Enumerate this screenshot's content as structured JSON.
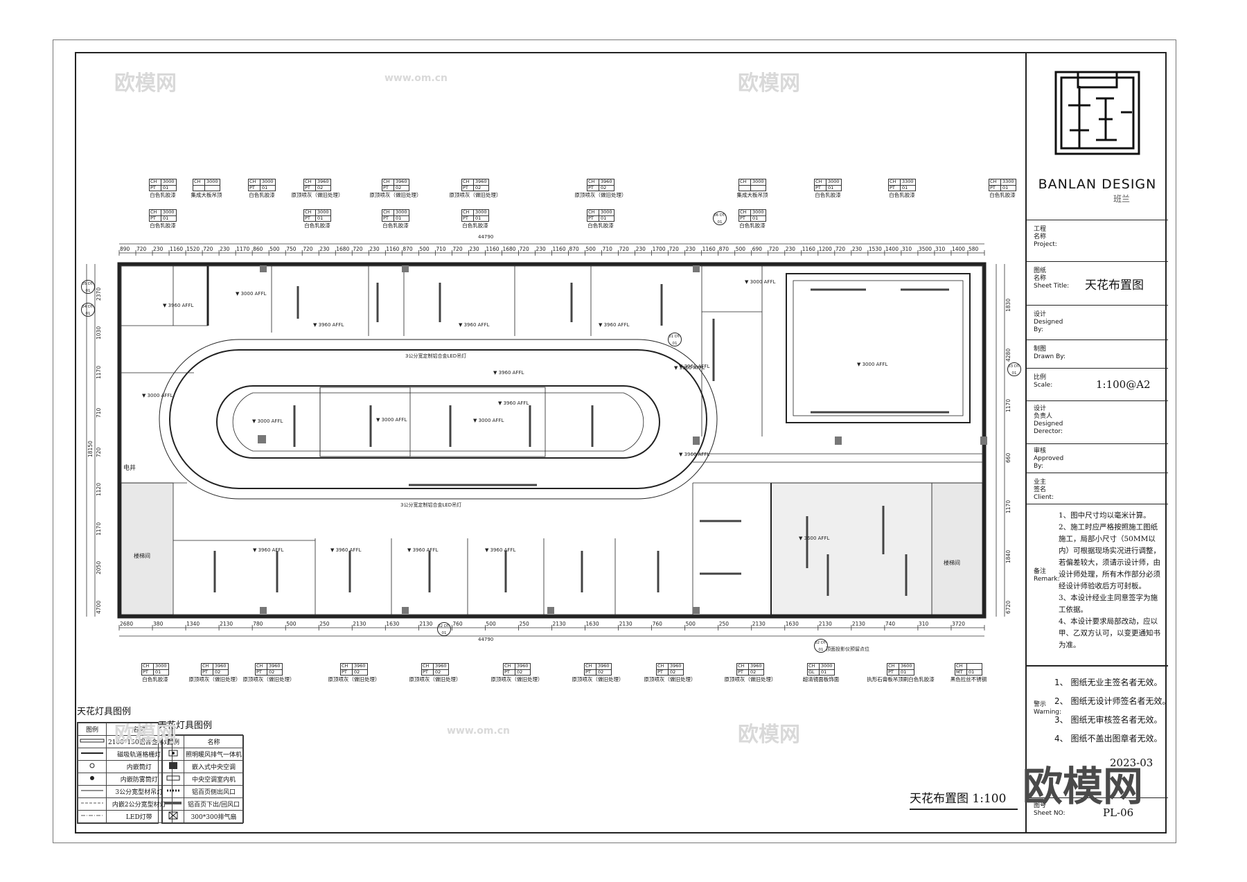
{
  "firm": {
    "name": "BANLAN DESIGN",
    "name_cn": "班兰"
  },
  "titleblock": {
    "project_label": "工程\n名称\nProject:",
    "sheet_title_label": "图纸\n名称\nSheet Title:",
    "sheet_title": "天花布置图",
    "designed_label": "设计\nDesigned\nBy:",
    "drawn_label": "制图\nDrawn By:",
    "scale_label": "比例\nScale:",
    "scale": "1:100@A2",
    "director_label": "设计\n负责人\nDesigned\nDerector:",
    "approved_label": "审核\nApproved\nBy:",
    "client_label": "业主\n签名\nClient:",
    "remark_label": "备注\nRemark:",
    "remarks": [
      "1、图中尺寸均以毫米计算。",
      "2、施工时应严格按照施工图纸施工，局部小尺寸（50MM以内）可根据现场实况进行调整，若偏差较大，须请示设计师，由设计师处理，所有木作部分必须经设计师验收后方可封板。",
      "3、本设计经业主同意签字为施工依据。",
      "4、本设计要求局部改动，应以甲、乙双方认可，以变更通知书为准。"
    ],
    "warning_label": "警示\nWarning:",
    "warnings": [
      "1、 图纸无业主签名者无效。",
      "2、 图纸无设计师签名者无效。",
      "3、 图纸无审核签名者无效。",
      "4、 图纸不盖出图章者无效。"
    ],
    "drawing_no_label": "图号\nSheet NO:",
    "drawing_no_partial": "2023-03",
    "sheet_no": "PL-06"
  },
  "drawing_title": "天花布置图 1:100",
  "watermarks": [
    "欧模网",
    "www.om.cn"
  ],
  "top_tags": [
    {
      "r1": [
        "CH",
        "3000"
      ],
      "r2": [
        "PT",
        "01"
      ],
      "cap": "白色乳胶漆"
    },
    {
      "r1": [
        "CH",
        "3000"
      ],
      "r2": [
        "PT",
        "01"
      ],
      "cap": "白色乳胶漆"
    },
    {
      "r1": [
        "CH",
        "3000"
      ],
      "r2": [
        "",
        ""
      ],
      "cap": "集成大板吊顶"
    },
    {
      "r1": [
        "CH",
        "3000"
      ],
      "r2": [
        "PT",
        "01"
      ],
      "cap": "白色乳胶漆"
    },
    {
      "r1": [
        "CH",
        "3960"
      ],
      "r2": [
        "PT",
        "02"
      ],
      "cap": "原顶喷灰（做旧处理）"
    },
    {
      "r1": [
        "CH",
        "3000"
      ],
      "r2": [
        "PT",
        "01"
      ],
      "cap": "白色乳胶漆"
    },
    {
      "r1": [
        "CH",
        "3960"
      ],
      "r2": [
        "PT",
        "02"
      ],
      "cap": "原顶喷灰（做旧处理）"
    },
    {
      "r1": [
        "CH",
        "3000"
      ],
      "r2": [
        "PT",
        "01"
      ],
      "cap": "白色乳胶漆"
    },
    {
      "r1": [
        "CH",
        "3960"
      ],
      "r2": [
        "PT",
        "02"
      ],
      "cap": "原顶喷灰（做旧处理）"
    },
    {
      "r1": [
        "CH",
        "3000"
      ],
      "r2": [
        "PT",
        "01"
      ],
      "cap": "白色乳胶漆"
    },
    {
      "r1": [
        "CH",
        "3960"
      ],
      "r2": [
        "PT",
        "02"
      ],
      "cap": "原顶喷灰（做旧处理）"
    },
    {
      "r1": [
        "CH",
        "3000"
      ],
      "r2": [
        "PT",
        "01"
      ],
      "cap": "白色乳胶漆"
    },
    {
      "r1": [
        "CH",
        "3000"
      ],
      "r2": [
        "",
        ""
      ],
      "cap": "集成大板吊顶"
    },
    {
      "r1": [
        "CH",
        "3000"
      ],
      "r2": [
        "PT",
        "01"
      ],
      "cap": "白色乳胶漆"
    },
    {
      "r1": [
        "CH",
        "3000"
      ],
      "r2": [
        "PT",
        "01"
      ],
      "cap": "白色乳胶漆"
    },
    {
      "r1": [
        "CH",
        "3300"
      ],
      "r2": [
        "PT",
        "01"
      ],
      "cap": "白色乳胶漆"
    },
    {
      "r1": [
        "CH",
        "3300"
      ],
      "r2": [
        "PT",
        "01"
      ],
      "cap": "白色乳胶漆"
    }
  ],
  "bottom_tags": [
    {
      "r1": [
        "CH",
        "3000"
      ],
      "r2": [
        "PT",
        "01"
      ],
      "cap": "白色乳胶漆"
    },
    {
      "r1": [
        "CH",
        "3960"
      ],
      "r2": [
        "PT",
        "02"
      ],
      "cap": "原顶喷灰（做旧处理）"
    },
    {
      "r1": [
        "CH",
        "3960"
      ],
      "r2": [
        "PT",
        "02"
      ],
      "cap": "原顶喷灰（做旧处理）"
    },
    {
      "r1": [
        "CH",
        "3960"
      ],
      "r2": [
        "PT",
        "02"
      ],
      "cap": "原顶喷灰（做旧处理）"
    },
    {
      "r1": [
        "CH",
        "3960"
      ],
      "r2": [
        "PT",
        "02"
      ],
      "cap": "原顶喷灰（做旧处理）"
    },
    {
      "r1": [
        "CH",
        "3960"
      ],
      "r2": [
        "PT",
        "02"
      ],
      "cap": "原顶喷灰（做旧处理）"
    },
    {
      "r1": [
        "CH",
        "3960"
      ],
      "r2": [
        "PT",
        "02"
      ],
      "cap": "原顶喷灰（做旧处理）"
    },
    {
      "r1": [
        "CH",
        "3960"
      ],
      "r2": [
        "PT",
        "02"
      ],
      "cap": "原顶喷灰（做旧处理）"
    },
    {
      "r1": [
        "CH",
        "3960"
      ],
      "r2": [
        "PT",
        "02"
      ],
      "cap": "原顶喷灰（做旧处理）"
    },
    {
      "r1": [
        "CH",
        "3000"
      ],
      "r2": [
        "GL",
        "01"
      ],
      "cap": "超清镜面板饰面"
    },
    {
      "r1": [
        "CH",
        "3600"
      ],
      "r2": [
        "PT",
        "01"
      ],
      "cap": "执形石膏板吊顶刷白色乳胶漆"
    },
    {
      "r1": [
        "CH",
        ""
      ],
      "r2": [
        "MT",
        "01"
      ],
      "cap": "黑色拉丝不锈钢"
    }
  ],
  "dims_top_total": "44790",
  "dims_top": [
    "890",
    "720",
    "230",
    "1160",
    "1520",
    "720",
    "230",
    "1170",
    "860",
    "500",
    "750",
    "720",
    "230",
    "1680",
    "720",
    "230",
    "1160",
    "870",
    "500",
    "710",
    "720",
    "230",
    "1160",
    "1680",
    "720",
    "230",
    "1160",
    "870",
    "500",
    "710",
    "720",
    "230",
    "1700",
    "720",
    "230",
    "1160",
    "870",
    "500",
    "690",
    "720",
    "230",
    "1160",
    "1200",
    "720",
    "230",
    "1530",
    "1400",
    "310",
    "3500",
    "310",
    "1400",
    "580"
  ],
  "dims_bottom_total": "44790",
  "dims_bottom": [
    "2680",
    "380",
    "1340",
    "2130",
    "780",
    "500",
    "250",
    "2130",
    "1630",
    "2130",
    "760",
    "500",
    "250",
    "2130",
    "1630",
    "2130",
    "760",
    "500",
    "250",
    "2130",
    "1630",
    "2130",
    "2130",
    "740",
    "310",
    "3720"
  ],
  "dims_left_total": "18150",
  "dims_left": [
    "2370",
    "1030",
    "1170",
    "710",
    "720",
    "1120",
    "1170",
    "2050",
    "4700"
  ],
  "dims_right": [
    "1830",
    "4280",
    "1170",
    "660",
    "1170",
    "1840",
    "6720"
  ],
  "room_labels": {
    "elec": "电井",
    "stair_left": "楼梯间",
    "stair_right": "楼梯间"
  },
  "level_marks": [
    "3000 AFFL",
    "3960 AFFL",
    "3960 AFFL",
    "3960 AFFL",
    "3960 AFFL",
    "3000 AFFL",
    "3000 AFFL",
    "3000 AFFL",
    "3000 AFFL",
    "3960 AFFL",
    "3960 AFFL",
    "3000 AFFL",
    "3960 AFFL",
    "3000 AFFL",
    "3960 AFFL",
    "3960 AFFL",
    "3960 AFFL",
    "3960 AFFL",
    "3960 AFFL",
    "3960 AFFL",
    "3600 AFFL"
  ],
  "annotations": {
    "led_top": "3公分宽定制铝合金LED吊灯",
    "led_bottom": "3公分宽定制铝合金LED吊灯",
    "projector": "顶面投影仪预留点位"
  },
  "section_marks": [
    "05 DT-01",
    "04 DT-01",
    "06 DT-01",
    "01 DT-01",
    "03 DT-01",
    "02 DT-01",
    "02 DT-01"
  ],
  "legend1": {
    "title": "天花灯具图例",
    "header": [
      "图例",
      "名称"
    ],
    "rows": [
      "2100*150铝合金吊灯",
      "磁吸轨道格栅灯",
      "内嵌筒灯",
      "内嵌防雾筒灯",
      "3公分宽型材吊灯",
      "内嵌2公分宽型材灯",
      "LED灯带"
    ]
  },
  "legend2": {
    "title": "天花灯具图例",
    "header": [
      "图例",
      "名称"
    ],
    "rows": [
      "照明暖风排气一体机",
      "嵌入式中央空调",
      "中央空调室内机",
      "铝百页侧出风口",
      "铝百页下出/回风口",
      "300*300排气扇"
    ]
  }
}
